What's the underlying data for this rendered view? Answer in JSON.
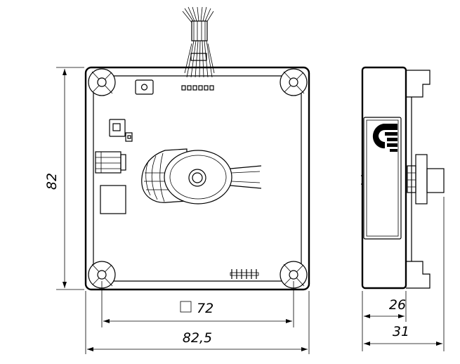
{
  "dimensions": {
    "height": "82",
    "inner_width": "72",
    "overall_width": "82,5",
    "side_depth_inner": "26",
    "side_depth_outer": "31"
  },
  "icons": {
    "square_symbol": "square-icon",
    "brand": "logo-icon"
  },
  "colors": {
    "line": "#000000",
    "background": "#ffffff"
  }
}
